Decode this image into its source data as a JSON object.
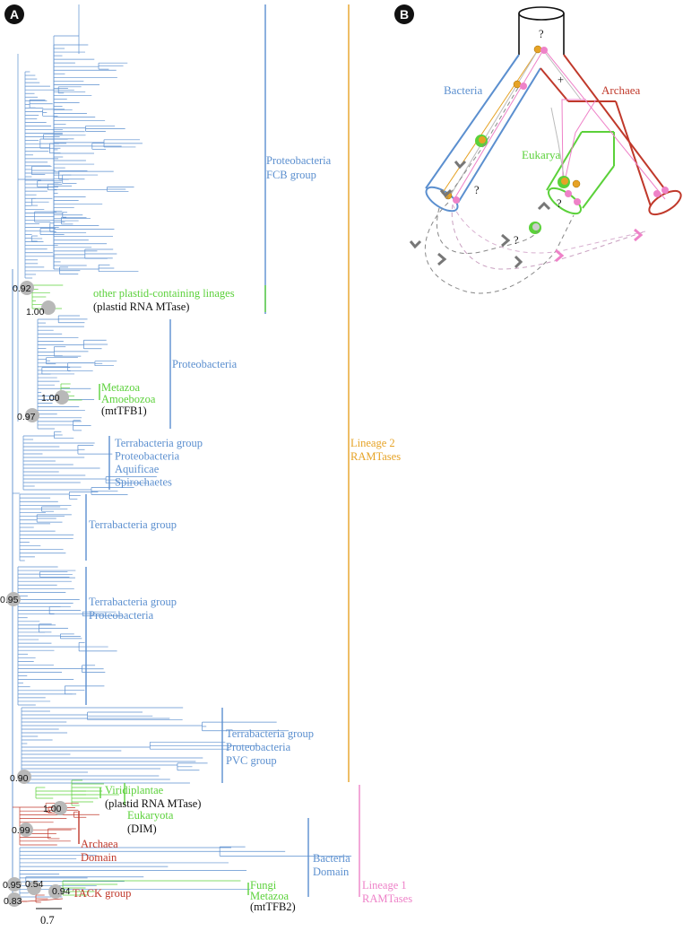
{
  "panels": {
    "a": "A",
    "b": "B"
  },
  "colors": {
    "bacteria": "#5b8fcf",
    "archaea": "#c0392b",
    "eukarya": "#5bd13a",
    "lineage2": "#e6a326",
    "lineage1": "#ee82c8",
    "text": "#111111",
    "support_circle": "#b8b8b8",
    "arrow_grey": "#777777"
  },
  "tree": {
    "clades": [
      {
        "lines": [
          "Proteobacteria",
          "FCB group"
        ],
        "color": "bacteria"
      },
      {
        "lines": [
          "other plastid-containing linages"
        ],
        "color": "eukarya"
      },
      {
        "lines": [
          "(plastid RNA MTase)"
        ],
        "color": "text"
      },
      {
        "lines": [
          "Proteobacteria"
        ],
        "color": "bacteria"
      },
      {
        "lines": [
          "Metazoa",
          "Amoebozoa"
        ],
        "color": "eukarya"
      },
      {
        "lines": [
          "(mtTFB1)"
        ],
        "color": "text"
      },
      {
        "lines": [
          "Terrabacteria group",
          "Proteobacteria",
          "Aquificae",
          "Spirochaetes"
        ],
        "color": "bacteria"
      },
      {
        "lines": [
          "Terrabacteria group"
        ],
        "color": "bacteria"
      },
      {
        "lines": [
          "Terrabacteria group",
          "Proteobacteria"
        ],
        "color": "bacteria"
      },
      {
        "lines": [
          "Terrabacteria group",
          "Proteobacteria",
          "PVC group"
        ],
        "color": "bacteria"
      },
      {
        "lines": [
          "Viridiplantae"
        ],
        "color": "eukarya"
      },
      {
        "lines": [
          "(plastid RNA MTase)"
        ],
        "color": "text"
      },
      {
        "lines": [
          "Eukaryota"
        ],
        "color": "eukarya"
      },
      {
        "lines": [
          "(DIM)"
        ],
        "color": "text"
      },
      {
        "lines": [
          "Archaea",
          "Domain"
        ],
        "color": "archaea"
      },
      {
        "lines": [
          "Bacteria",
          "Domain"
        ],
        "color": "bacteria"
      },
      {
        "lines": [
          "Fungi",
          "Metazoa"
        ],
        "color": "eukarya"
      },
      {
        "lines": [
          "(mtTFB2)"
        ],
        "color": "text"
      },
      {
        "lines": [
          "TACK group"
        ],
        "color": "archaea"
      }
    ],
    "lineages": [
      {
        "lines": [
          "Lineage 2",
          "RAMTases"
        ],
        "color": "lineage2"
      },
      {
        "lines": [
          "Lineage 1",
          "RAMTases"
        ],
        "color": "lineage1"
      }
    ],
    "support_values": [
      "0.92",
      "1.00",
      "1.00",
      "0.97",
      "0.95",
      "0.90",
      "1.00",
      "0.99",
      "0.95",
      "0.54",
      "0.94",
      "0.83"
    ],
    "scale_bar": "0.7"
  },
  "schematic": {
    "domains": [
      "Bacteria",
      "Archaea",
      "Eukarya"
    ],
    "unknown_marks": [
      "?",
      "?",
      "?",
      "?"
    ],
    "plus_mark": "+"
  }
}
